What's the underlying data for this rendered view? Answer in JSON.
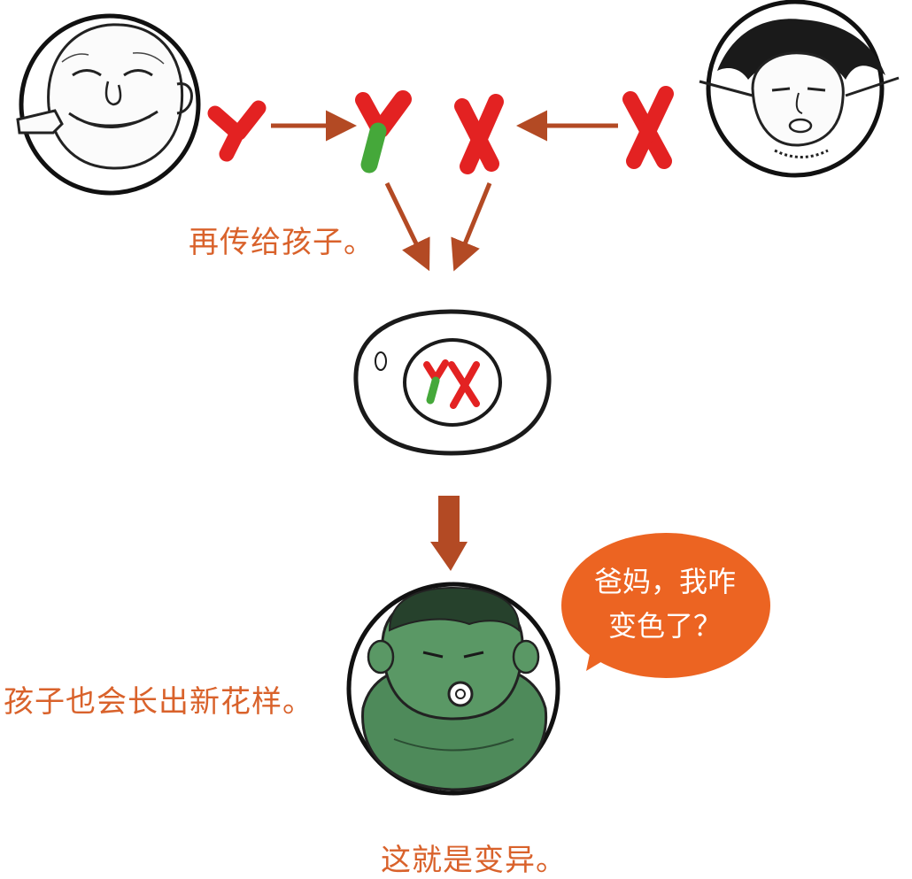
{
  "captions": {
    "pass_to_child": "再传给孩子。",
    "child_new_pattern": "孩子也会长出新花样。",
    "this_is_mutation": "这就是变异。"
  },
  "speech_bubble": {
    "line1": "爸妈，我咋",
    "line2": "变色了？"
  },
  "colors": {
    "caption_text": "#d9622b",
    "chromosome_red": "#e32222",
    "mutation_green": "#45a83a",
    "arrow_brown": "#b34a24",
    "bubble_orange": "#ec6422",
    "child_skin_green": "#4e8a5a"
  },
  "icons": {
    "father": "father-face-icon",
    "mother": "mother-face-icon",
    "y_chromosome": "y-chromosome-icon",
    "x_chromosome": "x-chromosome-icon",
    "fertilized_egg": "egg-cell-icon",
    "child": "green-child-icon"
  }
}
